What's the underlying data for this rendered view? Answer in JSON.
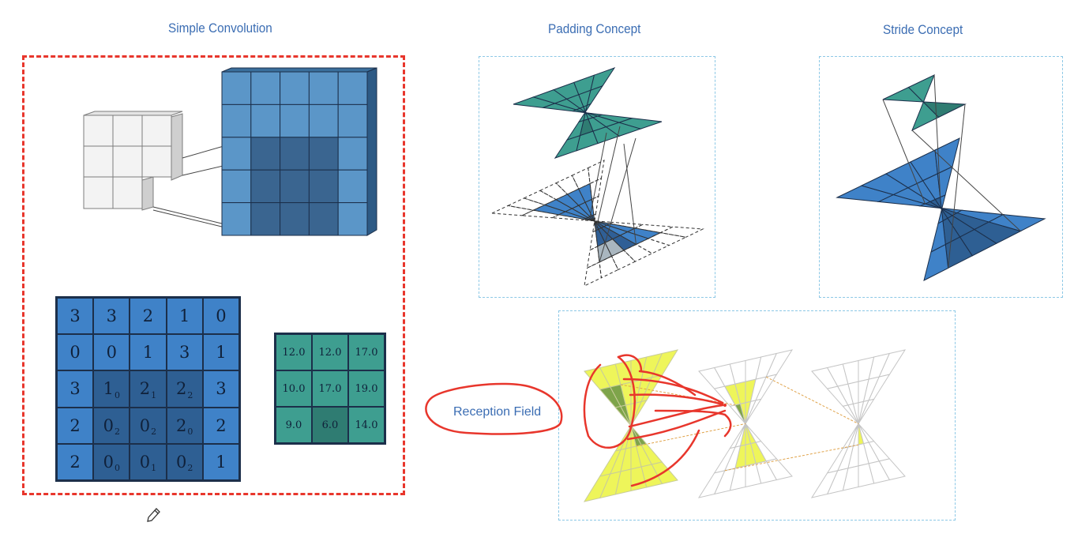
{
  "titles": {
    "simple": "Simple Convolution",
    "padding": "Padding Concept",
    "stride": "Stride Concept"
  },
  "annotation": {
    "reception_field": "Reception Field",
    "pen_icon": "pencil-cursor-icon"
  },
  "input_matrix": [
    [
      {
        "v": "3",
        "k": ""
      },
      {
        "v": "3",
        "k": ""
      },
      {
        "v": "2",
        "k": ""
      },
      {
        "v": "1",
        "k": ""
      },
      {
        "v": "0",
        "k": ""
      }
    ],
    [
      {
        "v": "0",
        "k": ""
      },
      {
        "v": "0",
        "k": ""
      },
      {
        "v": "1",
        "k": ""
      },
      {
        "v": "3",
        "k": ""
      },
      {
        "v": "1",
        "k": ""
      }
    ],
    [
      {
        "v": "3",
        "k": ""
      },
      {
        "v": "1",
        "k": "0"
      },
      {
        "v": "2",
        "k": "1"
      },
      {
        "v": "2",
        "k": "2"
      },
      {
        "v": "3",
        "k": ""
      }
    ],
    [
      {
        "v": "2",
        "k": ""
      },
      {
        "v": "0",
        "k": "2"
      },
      {
        "v": "0",
        "k": "2"
      },
      {
        "v": "2",
        "k": "0"
      },
      {
        "v": "2",
        "k": ""
      }
    ],
    [
      {
        "v": "2",
        "k": ""
      },
      {
        "v": "0",
        "k": "0"
      },
      {
        "v": "0",
        "k": "1"
      },
      {
        "v": "0",
        "k": "2"
      },
      {
        "v": "1",
        "k": ""
      }
    ]
  ],
  "output_matrix": [
    [
      "12.0",
      "12.0",
      "17.0"
    ],
    [
      "10.0",
      "17.0",
      "19.0"
    ],
    [
      "9.0",
      "6.0",
      "14.0"
    ]
  ],
  "colors": {
    "title": "#3b6db3",
    "input_cell": "#3f82c8",
    "kernel_cell": "#2e5f93",
    "output_cell": "#3e9e90",
    "annotation_red": "#e8362c",
    "receptive_yellow": "#eef55a"
  }
}
